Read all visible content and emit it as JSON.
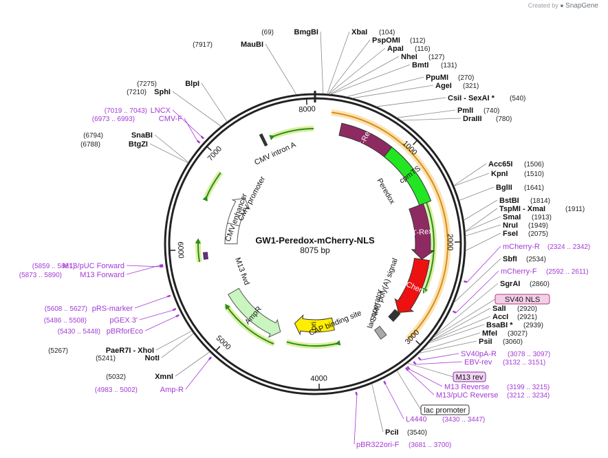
{
  "header": {
    "credit_text": "Created by",
    "brand": "SnapGene"
  },
  "plasmid": {
    "name": "GW1-Peredox-mCherry-NLS",
    "length_label": "8075 bp",
    "length": 8075
  },
  "ticks": [
    {
      "label": "1000",
      "pos": 1000
    },
    {
      "label": "2000",
      "pos": 2000
    },
    {
      "label": "3000",
      "pos": 3000
    },
    {
      "label": "4000",
      "pos": 4000
    },
    {
      "label": "5000",
      "pos": 5000
    },
    {
      "label": "6000",
      "pos": 6000
    },
    {
      "label": "7000",
      "pos": 7000
    },
    {
      "label": "8000",
      "pos": 8000
    }
  ],
  "colors": {
    "trex": "#8e2a62",
    "cpmts": "#22e622",
    "mcherry": "#ee1111",
    "ampr": "#c9f5c0",
    "ori": "#ffee00",
    "cmv": "#ffffff",
    "arrow_green": "#2e8b1e",
    "glow_green": "#d9f0a0",
    "orange": "#d98c1a",
    "orange_glow": "#fbe3b0",
    "primer": "#a339d6",
    "site_line": "#555555"
  },
  "sites": [
    {
      "name": "BmgBI",
      "pos_label": "(69)",
      "pos": 69
    },
    {
      "name": "XbaI",
      "pos_label": "(104)",
      "pos": 104
    },
    {
      "name": "PspOMI",
      "pos_label": "(112)",
      "pos": 112
    },
    {
      "name": "ApaI",
      "pos_label": "(116)",
      "pos": 116
    },
    {
      "name": "NheI",
      "pos_label": "(127)",
      "pos": 127
    },
    {
      "name": "BmtI",
      "pos_label": "(131)",
      "pos": 131
    },
    {
      "name": "PpuMI",
      "pos_label": "(270)",
      "pos": 270
    },
    {
      "name": "AgeI",
      "pos_label": "(321)",
      "pos": 321
    },
    {
      "name": "CsiI  - SexAI *",
      "pos_label": "(540)",
      "pos": 540
    },
    {
      "name": "PmlI",
      "pos_label": "(740)",
      "pos": 740
    },
    {
      "name": "DraIII",
      "pos_label": "(780)",
      "pos": 780
    },
    {
      "name": "Acc65I",
      "pos_label": "(1506)",
      "pos": 1506
    },
    {
      "name": "KpnI",
      "pos_label": "(1510)",
      "pos": 1510
    },
    {
      "name": "BglII",
      "pos_label": "(1641)",
      "pos": 1641
    },
    {
      "name": "BstBI",
      "pos_label": "(1814)",
      "pos": 1814
    },
    {
      "name": "TspMI  - XmaI",
      "pos_label": "(1911)",
      "pos": 1911
    },
    {
      "name": "SmaI",
      "pos_label": "(1913)",
      "pos": 1913
    },
    {
      "name": "NruI",
      "pos_label": "(1949)",
      "pos": 1949
    },
    {
      "name": "FseI",
      "pos_label": "(2075)",
      "pos": 2075
    },
    {
      "name": "SbfI",
      "pos_label": "(2534)",
      "pos": 2534
    },
    {
      "name": "SgrAI",
      "pos_label": "(2860)",
      "pos": 2860
    },
    {
      "name": "SalI",
      "pos_label": "(2920)",
      "pos": 2920
    },
    {
      "name": "AccI",
      "pos_label": "(2921)",
      "pos": 2921
    },
    {
      "name": "BsaBI *",
      "pos_label": "(2939)",
      "pos": 2939
    },
    {
      "name": "MfeI",
      "pos_label": "(3027)",
      "pos": 3027
    },
    {
      "name": "PsiI",
      "pos_label": "(3060)",
      "pos": 3060
    },
    {
      "name": "PciI",
      "pos_label": "(3540)",
      "pos": 3540
    },
    {
      "name": "XmnI",
      "pos_label": "(5032)",
      "pos": 5032
    },
    {
      "name": "NotI",
      "pos_label": "(5241)",
      "pos": 5241
    },
    {
      "name": "PaeR7I  - XhoI",
      "pos_label": "(5267)",
      "pos": 5267
    },
    {
      "name": "BtgZI",
      "pos_label": "(6788)",
      "pos": 6788
    },
    {
      "name": "SnaBI",
      "pos_label": "(6794)",
      "pos": 6794
    },
    {
      "name": "SphI",
      "pos_label": "(7210)",
      "pos": 7210
    },
    {
      "name": "BlpI",
      "pos_label": "(7275)",
      "pos": 7275
    },
    {
      "name": "MauBI",
      "pos_label": "(7917)",
      "pos": 7917
    }
  ],
  "primers": [
    {
      "name": "mCherry-R",
      "pos_label": "(2324 .. 2342)",
      "pos": 2333
    },
    {
      "name": "mCherry-F",
      "pos_label": "(2592 .. 2611)",
      "pos": 2601
    },
    {
      "name": "SV40pA-R",
      "pos_label": "(3078 .. 3097)",
      "pos": 3087
    },
    {
      "name": "EBV-rev",
      "pos_label": "(3132 .. 3151)",
      "pos": 3141
    },
    {
      "name": "M13 Reverse",
      "pos_label": "(3199 .. 3215)",
      "pos": 3207
    },
    {
      "name": "M13/pUC Reverse",
      "pos_label": "(3212 .. 3234)",
      "pos": 3223
    },
    {
      "name": "L4440",
      "pos_label": "(3430 .. 3447)",
      "pos": 3438
    },
    {
      "name": "pBR322ori-F",
      "pos_label": "(3681 .. 3700)",
      "pos": 3690
    },
    {
      "name": "Amp-R",
      "pos_label": "(4983 .. 5002)",
      "pos": 4992
    },
    {
      "name": "pBRforEco",
      "pos_label": "(5430 .. 5448)",
      "pos": 5439
    },
    {
      "name": "pGEX 3'",
      "pos_label": "(5486 .. 5508)",
      "pos": 5497
    },
    {
      "name": "pRS-marker",
      "pos_label": "(5608 .. 5627)",
      "pos": 5617
    },
    {
      "name": "M13/pUC Forward",
      "pos_label": "(5859 .. 5881)",
      "pos": 5870
    },
    {
      "name": "M13 Forward",
      "pos_label": "(5873 .. 5890)",
      "pos": 5881
    },
    {
      "name": "CMV-F",
      "pos_label": "(6973 .. 6993)",
      "pos": 6983
    },
    {
      "name": "LNCX",
      "pos_label": "(7019 .. 7043)",
      "pos": 7031
    }
  ],
  "boxed_features": [
    {
      "name": "SV40 NLS",
      "pos": 2880
    },
    {
      "name": "M13 rev",
      "pos": 3190
    },
    {
      "name": "lac promoter",
      "pos": 3300
    }
  ],
  "features": [
    {
      "name": "T-Rex",
      "start": 280,
      "end": 860,
      "type": "block",
      "color": "trex"
    },
    {
      "name": "cpmTS",
      "start": 860,
      "end": 1560,
      "type": "block",
      "color": "cpmts"
    },
    {
      "name": "T-Rex",
      "start": 1560,
      "end": 2200,
      "type": "arrow",
      "color": "trex"
    },
    {
      "name": "mCherry",
      "start": 2200,
      "end": 2900,
      "type": "arrow",
      "color": "mcherry"
    },
    {
      "name": "ori",
      "start": 3750,
      "end": 4360,
      "type": "arrow",
      "color": "ori"
    },
    {
      "name": "AmpR",
      "start": 4520,
      "end": 5380,
      "type": "arrowrev",
      "color": "ampr"
    },
    {
      "name": "CMV promoter",
      "start": 6360,
      "end": 6800,
      "type": "arrow",
      "color": "cmv"
    },
    {
      "name": "CMV enhancer",
      "start": 6060,
      "end": 6360,
      "type": "block",
      "color": "cmv"
    }
  ],
  "inner_labels": {
    "peredox": "Peredox",
    "cmv_intron": "CMV intron A",
    "cmv_promoter": "CMV promoter",
    "cmv_enhancer": "CMV enhancer",
    "m13_fwd": "M13 fwd",
    "sv40_polya": "SV40 poly(A) signal",
    "lac_operator": "lac operator",
    "cap_binding": "CAP binding site"
  }
}
